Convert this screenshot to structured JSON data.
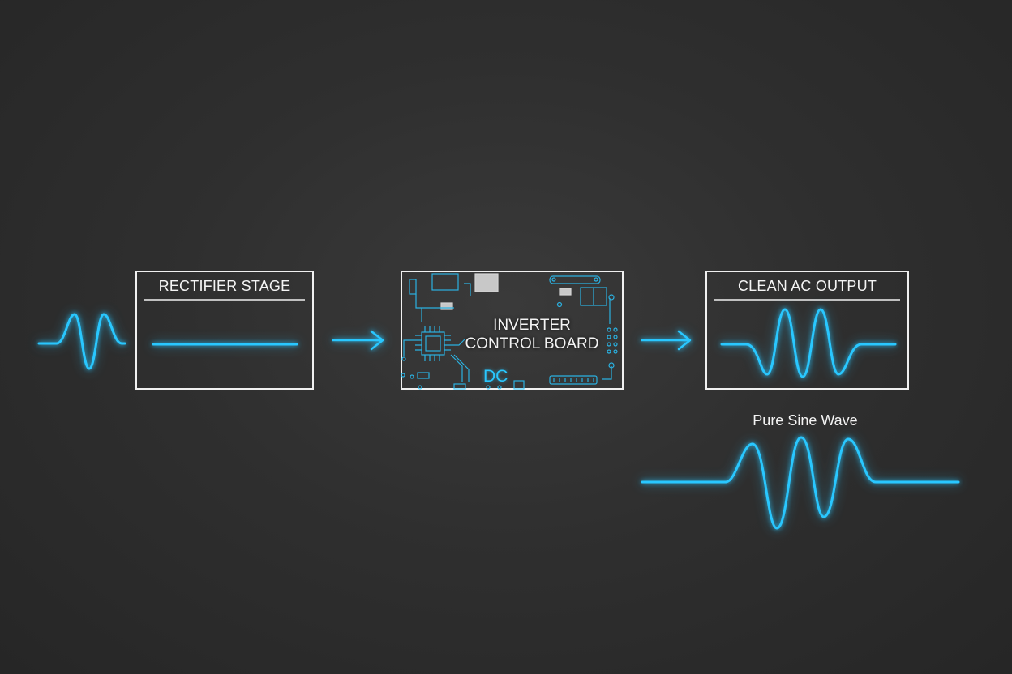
{
  "diagram": {
    "rectifier": {
      "title": "RECTIFIER STAGE"
    },
    "inverter": {
      "line1": "INVERTER",
      "line2": "CONTROL BOARD",
      "dc_label": "DC"
    },
    "output": {
      "title": "CLEAN AC OUTPUT"
    },
    "pure_sine": {
      "label": "Pure Sine Wave"
    }
  },
  "colors": {
    "background": "#2f2f2f",
    "accent": "#29c7ff",
    "frame": "#f0f0f0"
  },
  "icons": [
    "input-ac-wave-icon",
    "dc-line-icon",
    "arrow-right-icon",
    "circuit-board-icon",
    "sine-wave-icon"
  ]
}
